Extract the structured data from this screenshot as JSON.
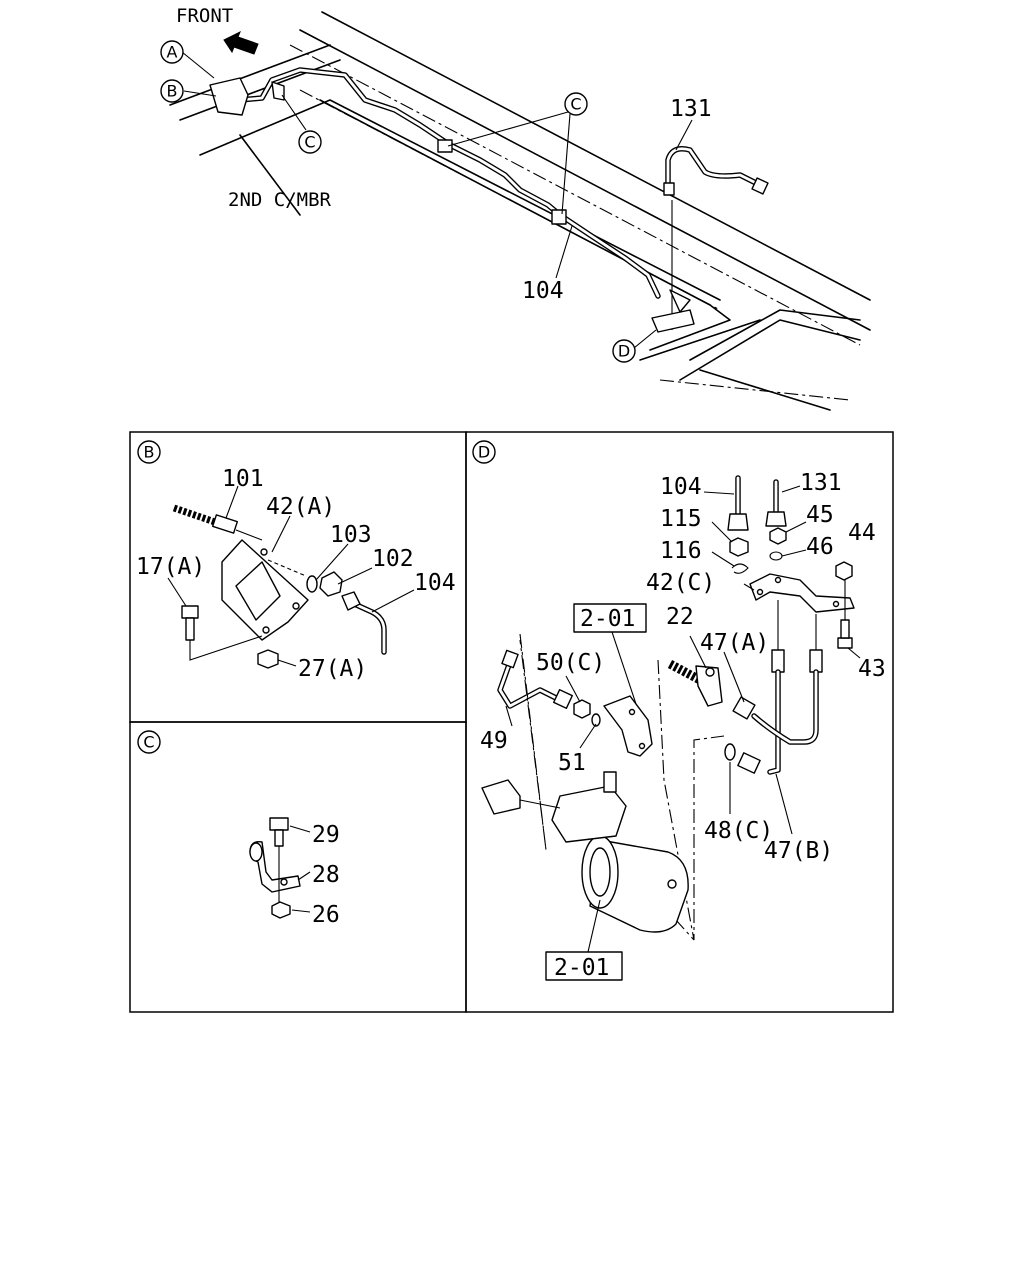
{
  "top": {
    "front_label": "FRONT",
    "member_label": "2ND C/MBR",
    "view_markers": [
      "A",
      "B",
      "C",
      "C",
      "D"
    ],
    "part_131": "131",
    "part_104": "104"
  },
  "panel_b": {
    "marker": "B",
    "labels": {
      "p101": "101",
      "p42a": "42(A)",
      "p103": "103",
      "p102": "102",
      "p104": "104",
      "p17a": "17(A)",
      "p27a": "27(A)"
    }
  },
  "panel_c": {
    "marker": "C",
    "labels": {
      "p29": "29",
      "p28": "28",
      "p26": "26"
    }
  },
  "panel_d": {
    "marker": "D",
    "labels": {
      "p104": "104",
      "p131": "131",
      "p115": "115",
      "p45": "45",
      "p116": "116",
      "p46": "46",
      "p44": "44",
      "p42c": "42(C)",
      "p201a": "2-01",
      "p22": "22",
      "p47a": "47(A)",
      "p50c": "50(C)",
      "p43": "43",
      "p49": "49",
      "p51": "51",
      "p48c": "48(C)",
      "p47b": "47(B)",
      "p201b": "2-01"
    }
  }
}
